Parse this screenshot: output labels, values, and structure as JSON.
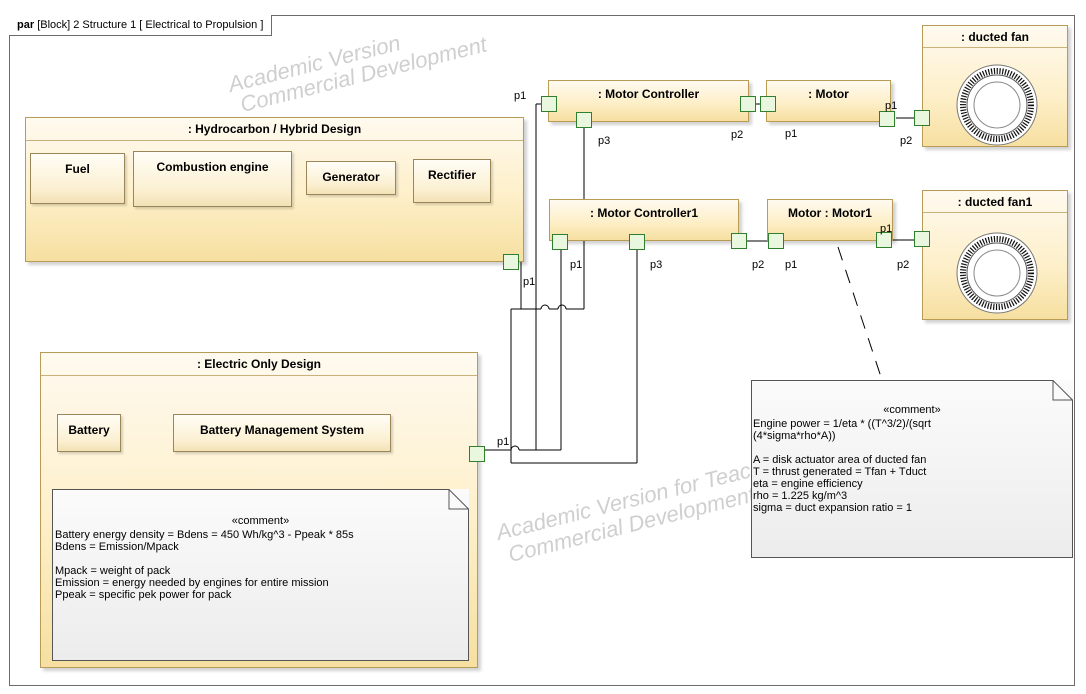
{
  "frame": {
    "keyword": "par",
    "title": "[Block] 2 Structure 1 [ Electrical to Propulsion ]"
  },
  "watermarks": [
    "Academic Version",
    "Commercial Development",
    "Academic Version for Teaching",
    "Commercial Development"
  ],
  "blocks": {
    "hybrid": ": Hydrocarbon / Hybrid Design",
    "electric": ": Electric Only Design",
    "motor_controller": ": Motor Controller",
    "motor": ": Motor",
    "motor_controller1": ": Motor Controller1",
    "motor1": "Motor : Motor1",
    "ducted_fan": ": ducted fan",
    "ducted_fan1": ": ducted fan1"
  },
  "hybrid_parts": {
    "fuel": "Fuel",
    "combustion": "Combustion engine",
    "generator": "Generator",
    "rectifier": "Rectifier"
  },
  "electric_parts": {
    "battery": "Battery",
    "bms": "Battery Management System"
  },
  "ports": {
    "mc_p1": "p1",
    "mc_p3": "p3",
    "mc_p2": "p2",
    "motor_p1": "p1",
    "motor_p1b": "p1",
    "motor_p2": "p2",
    "mc1_p1": "p1",
    "mc1_p3": "p3",
    "mc1_p2": "p2",
    "motor1_p1": "p1",
    "motor1_p1b": "p1",
    "motor1_p2": "p2",
    "hybrid_p1": "p1",
    "electric_p1": "p1"
  },
  "comment_right": {
    "stereotype": "«comment»",
    "lines": [
      "Engine power = 1/eta *  ((T^3/2)/(sqrt",
      "(4*sigma*rho*A))",
      "",
      "A = disk actuator area of ducted fan",
      "T = thrust generated  = Tfan + Tduct",
      "eta = engine efficiency",
      "rho = 1.225 kg/m^3",
      "sigma = duct expansion ratio = 1"
    ]
  },
  "comment_left": {
    "stereotype": "«comment»",
    "lines": [
      "Battery energy density = Bdens = 450 Wh/kg^3 - Ppeak * 85s",
      "Bdens = Emission/Mpack",
      "",
      "Mpack  = weight of pack",
      "Emission = energy needed by engines for entire mission",
      "Ppeak = specific pek power for pack"
    ]
  },
  "colors": {
    "block_fill": "#fdefc8",
    "port_border": "#2f7f2f",
    "port_fill": "#e9f7df",
    "border": "#b89b55"
  }
}
